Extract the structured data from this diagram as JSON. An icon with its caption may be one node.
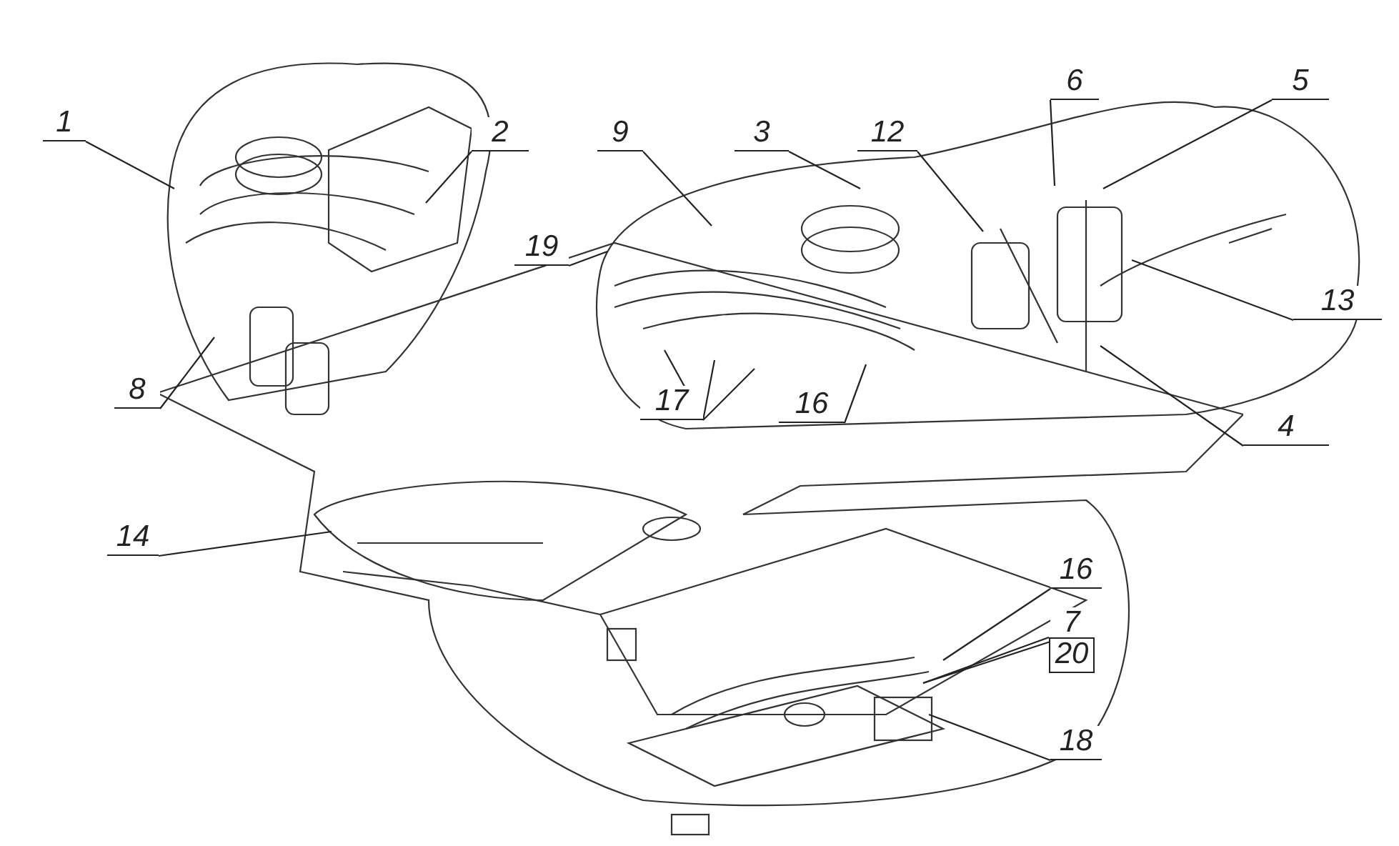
{
  "diagram": {
    "nodes": [
      {
        "text": [
          "1"
        ]
      },
      {
        "text": [
          "2"
        ]
      },
      {
        "text": [
          "9"
        ]
      },
      {
        "text": [
          "3"
        ]
      },
      {
        "text": [
          "12"
        ]
      },
      {
        "text": [
          "6"
        ]
      },
      {
        "text": [
          "5"
        ]
      },
      {
        "text": [
          "19"
        ]
      },
      {
        "text": [
          "13"
        ]
      },
      {
        "text": [
          "8"
        ]
      },
      {
        "text": [
          "17"
        ]
      },
      {
        "text": [
          "16"
        ]
      },
      {
        "text": [
          "4"
        ]
      },
      {
        "text": [
          "14"
        ]
      },
      {
        "text": [
          "16"
        ]
      },
      {
        "text": [
          "7"
        ]
      },
      {
        "text": [
          "20"
        ]
      },
      {
        "text": [
          "18"
        ]
      }
    ],
    "edges": [
      {
        "from": 0,
        "to": null,
        "arrow": "none"
      },
      {
        "from": 1,
        "to": null,
        "arrow": "none"
      },
      {
        "from": 2,
        "to": null,
        "arrow": "none"
      },
      {
        "from": 3,
        "to": null,
        "arrow": "none"
      },
      {
        "from": 4,
        "to": null,
        "arrow": "none"
      },
      {
        "from": 5,
        "to": null,
        "arrow": "none"
      },
      {
        "from": 6,
        "to": null,
        "arrow": "none"
      },
      {
        "from": 7,
        "to": null,
        "arrow": "none"
      },
      {
        "from": 8,
        "to": null,
        "arrow": "none"
      },
      {
        "from": 9,
        "to": null,
        "arrow": "none"
      },
      {
        "from": 10,
        "to": null,
        "arrow": "none"
      },
      {
        "from": 10,
        "to": null,
        "arrow": "none"
      },
      {
        "from": 10,
        "to": null,
        "arrow": "none"
      },
      {
        "from": 11,
        "to": null,
        "arrow": "none"
      },
      {
        "from": 12,
        "to": null,
        "arrow": "none"
      },
      {
        "from": 13,
        "to": null,
        "arrow": "none"
      },
      {
        "from": 14,
        "to": null,
        "arrow": "none"
      },
      {
        "from": 15,
        "to": null,
        "arrow": "none"
      },
      {
        "from": 16,
        "to": null,
        "arrow": "none"
      },
      {
        "from": 17,
        "to": null,
        "arrow": "none"
      }
    ]
  }
}
